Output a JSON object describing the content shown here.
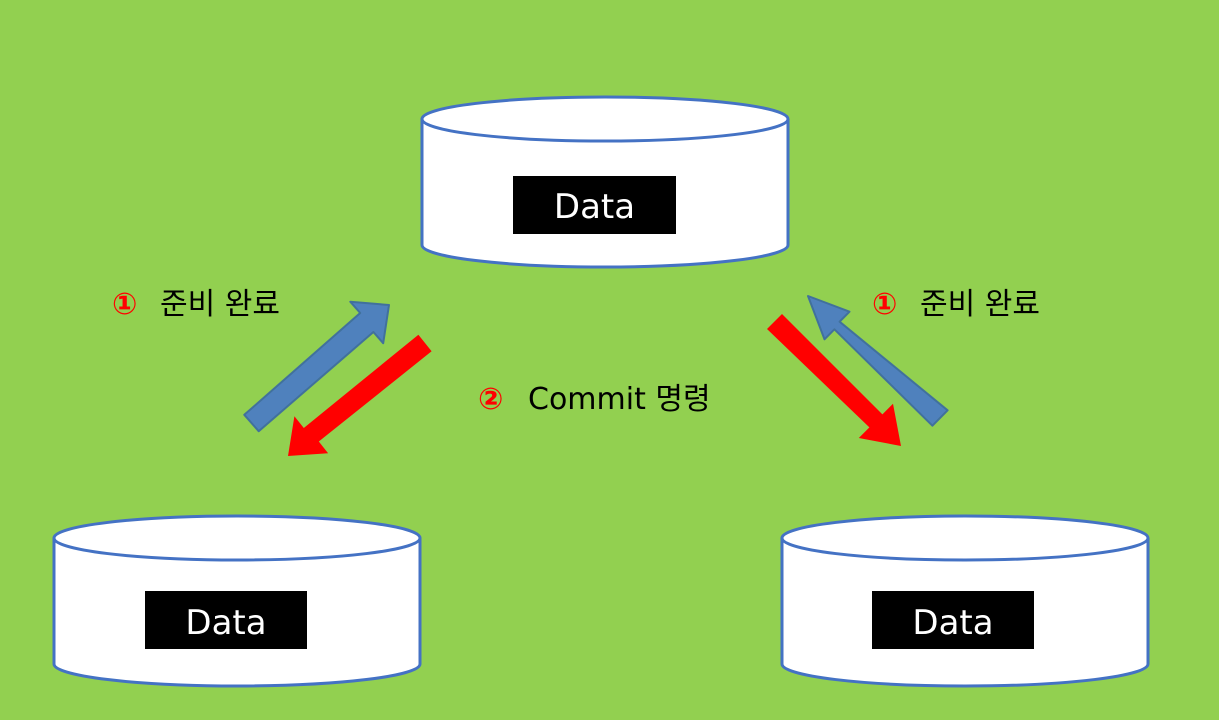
{
  "databases": {
    "top": {
      "label": "Data"
    },
    "bottom_left": {
      "label": "Data"
    },
    "bottom_right": {
      "label": "Data"
    }
  },
  "labels": {
    "left_ready": {
      "number": "①",
      "text": "준비 완료"
    },
    "right_ready": {
      "number": "①",
      "text": "준비 완료"
    },
    "commit": {
      "number": "②",
      "text": "Commit 명령"
    }
  },
  "colors": {
    "background": "#92d050",
    "cylinder_fill": "#ffffff",
    "cylinder_stroke": "#4472c4",
    "label_box": "#000000",
    "ready_arrow": "#4f81bd",
    "commit_arrow": "#ff0000",
    "step_number": "#ff0000"
  },
  "icons": {
    "database": "cylinder-shape",
    "ready_arrow": "blue-arrow-up",
    "commit_arrow": "red-arrow-down"
  }
}
